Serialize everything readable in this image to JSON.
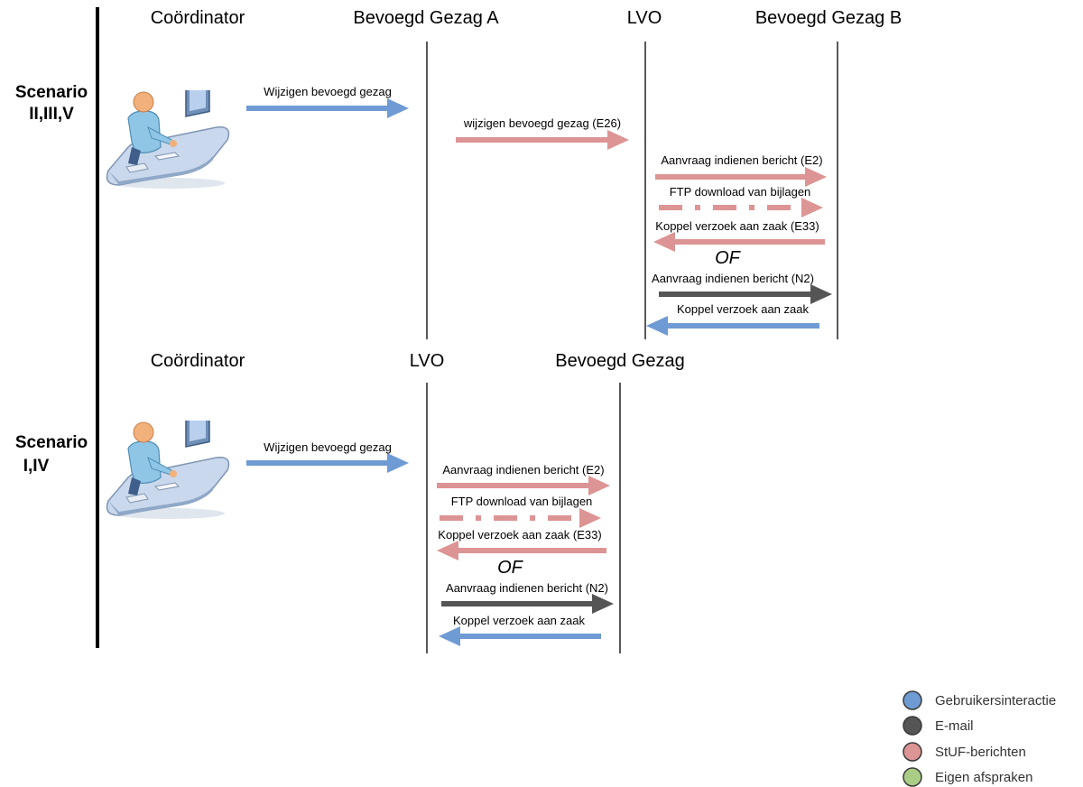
{
  "colors": {
    "user": "#6f9bd4",
    "email": "#555555",
    "stuf": "#dd9494",
    "eigen": "#a9cd85"
  },
  "scenario_top": {
    "label_line1": "Scenario",
    "label_line2": "II,III,V",
    "actors": [
      "Coördinator",
      "Bevoegd Gezag A",
      "LVO",
      "Bevoegd Gezag B"
    ],
    "icon": "workstation-user-icon",
    "messages": [
      {
        "label": "Wijzigen bevoegd gezag",
        "kind": "user",
        "dir": "right"
      },
      {
        "label": "wijzigen bevoegd gezag (E26)",
        "kind": "stuf",
        "dir": "right"
      },
      {
        "label": "Aanvraag indienen bericht (E2)",
        "kind": "stuf",
        "dir": "right"
      },
      {
        "label": "FTP download van bijlagen",
        "kind": "stuf",
        "dir": "right",
        "style": "dash-dot"
      },
      {
        "label": "Koppel verzoek aan zaak (E33)",
        "kind": "stuf",
        "dir": "left"
      },
      {
        "label": "Aanvraag indienen bericht (N2)",
        "kind": "email",
        "dir": "right"
      },
      {
        "label": "Koppel verzoek aan zaak",
        "kind": "user",
        "dir": "left"
      }
    ],
    "of": "OF"
  },
  "scenario_bottom": {
    "label_line1": "Scenario",
    "label_line2": "I,IV",
    "actors": [
      "Coördinator",
      "LVO",
      "Bevoegd Gezag"
    ],
    "icon": "workstation-user-icon",
    "messages": [
      {
        "label": "Wijzigen bevoegd gezag",
        "kind": "user",
        "dir": "right"
      },
      {
        "label": "Aanvraag indienen bericht (E2)",
        "kind": "stuf",
        "dir": "right"
      },
      {
        "label": "FTP download van bijlagen",
        "kind": "stuf",
        "dir": "right",
        "style": "dash-dot"
      },
      {
        "label": "Koppel verzoek aan zaak (E33)",
        "kind": "stuf",
        "dir": "left"
      },
      {
        "label": "Aanvraag indienen bericht (N2)",
        "kind": "email",
        "dir": "right"
      },
      {
        "label": "Koppel verzoek aan zaak",
        "kind": "user",
        "dir": "left"
      }
    ],
    "of": "OF"
  },
  "legend": [
    {
      "label": "Gebruikersinteractie",
      "color": "#6f9bd4"
    },
    {
      "label": "E-mail",
      "color": "#555555"
    },
    {
      "label": "StUF-berichten",
      "color": "#dd9494"
    },
    {
      "label": "Eigen afspraken",
      "color": "#a9cd85"
    }
  ]
}
